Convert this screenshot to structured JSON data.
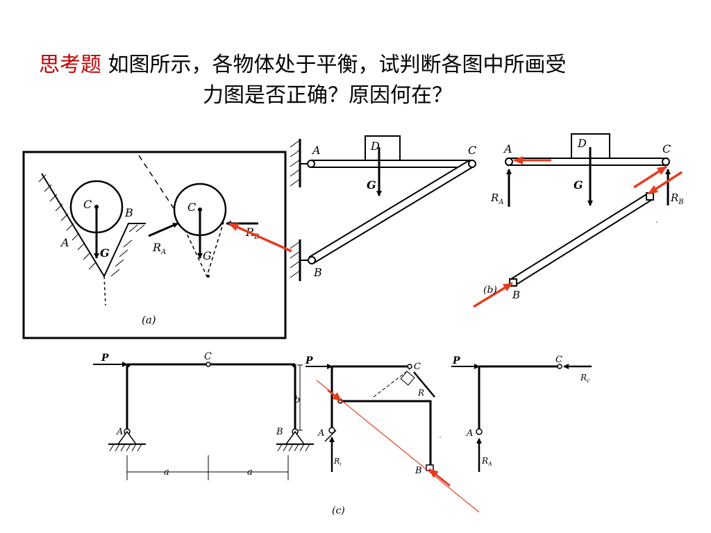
{
  "title": {
    "highlight": "思考题",
    "line1": "如图所示，各物体处于平衡，试判断各图中所画受",
    "line2": "力图是否正确？原因何在？"
  },
  "colors": {
    "accent": "#c00000",
    "arrow": "#e63c1e",
    "ink": "#000000"
  },
  "fig_a": {
    "caption": "(a)",
    "left": {
      "C": "C",
      "B": "B",
      "A": "A",
      "G": "G"
    },
    "right": {
      "C": "C",
      "RA": "R",
      "RA_sub": "A",
      "RB": "R",
      "RB_sub": "B",
      "G": "G"
    }
  },
  "fig_frame": {
    "A": "A",
    "D": "D",
    "C": "C",
    "G": "G",
    "B": "B"
  },
  "fig_b": {
    "A": "A",
    "D": "D",
    "C": "C",
    "G": "G",
    "RA": "R",
    "RA_sub": "A",
    "RB": "R",
    "RB_sub": "B",
    "caption": "(b)",
    "B": "B"
  },
  "fig_c": {
    "caption": "(c)",
    "left": {
      "P": "P",
      "C": "C",
      "b": "b",
      "A": "A",
      "B": "B",
      "a1": "a",
      "a2": "a"
    },
    "middle": {
      "P": "P",
      "C": "C",
      "R": "R",
      "A": "A",
      "B": "B",
      "Ri": "R",
      "Ri_sub": "i"
    },
    "right": {
      "P": "P",
      "C": "C",
      "Rc": "R",
      "Rc_sub": "c",
      "A": "A",
      "RA": "R",
      "RA_sub": "A"
    }
  }
}
